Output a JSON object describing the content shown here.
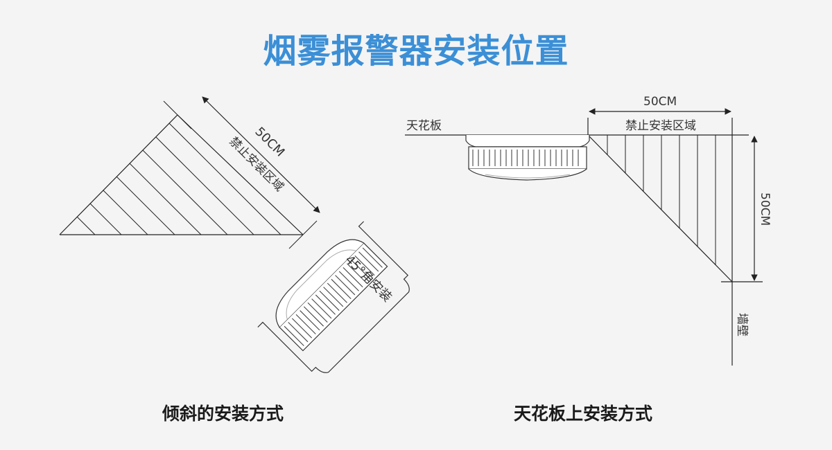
{
  "title": "烟雾报警器安装位置",
  "left_diagram": {
    "caption": "倾斜的安装方式",
    "dimension": "50CM",
    "zone_label": "禁止安装区域",
    "angle_label": "45°角安装"
  },
  "right_diagram": {
    "caption": "天花板上安装方式",
    "ceiling_label": "天花板",
    "wall_label": "墙壁",
    "dimension_horizontal": "50CM",
    "dimension_vertical": "50CM",
    "zone_label": "禁止安装区域"
  },
  "colors": {
    "title": "#3b8fd6",
    "line": "#222222",
    "background": "#f4f4f4"
  }
}
